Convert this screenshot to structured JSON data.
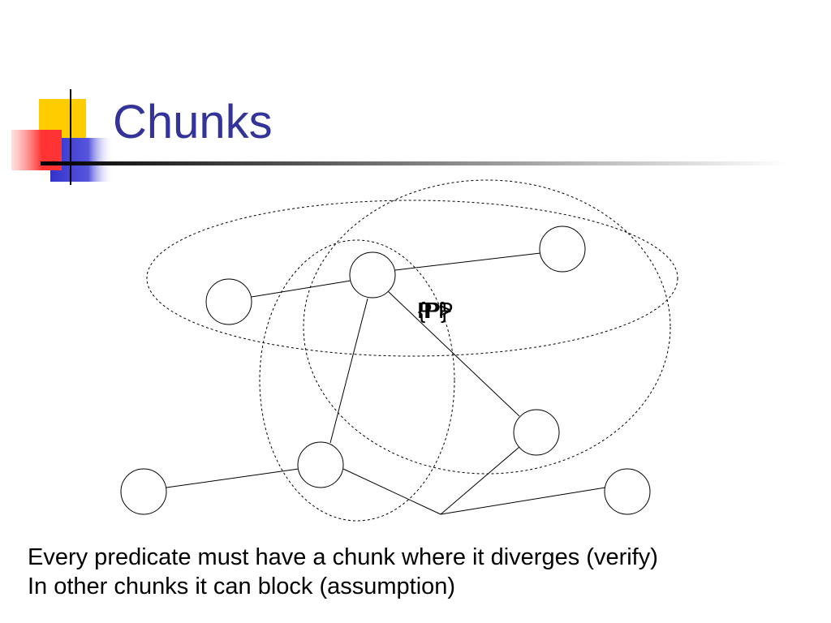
{
  "slide": {
    "title": "Chunks",
    "overlap_labels": [
      "{P}",
      "P>",
      "P P"
    ],
    "lines": [
      "Every predicate must have a chunk where it diverges (verify)",
      "In other chunks it can block (assumption)"
    ]
  },
  "colors": {
    "title": "#333399",
    "deco_yellow": "#ffcc00",
    "deco_red": "#ff3333",
    "deco_blue": "#3333cc"
  }
}
